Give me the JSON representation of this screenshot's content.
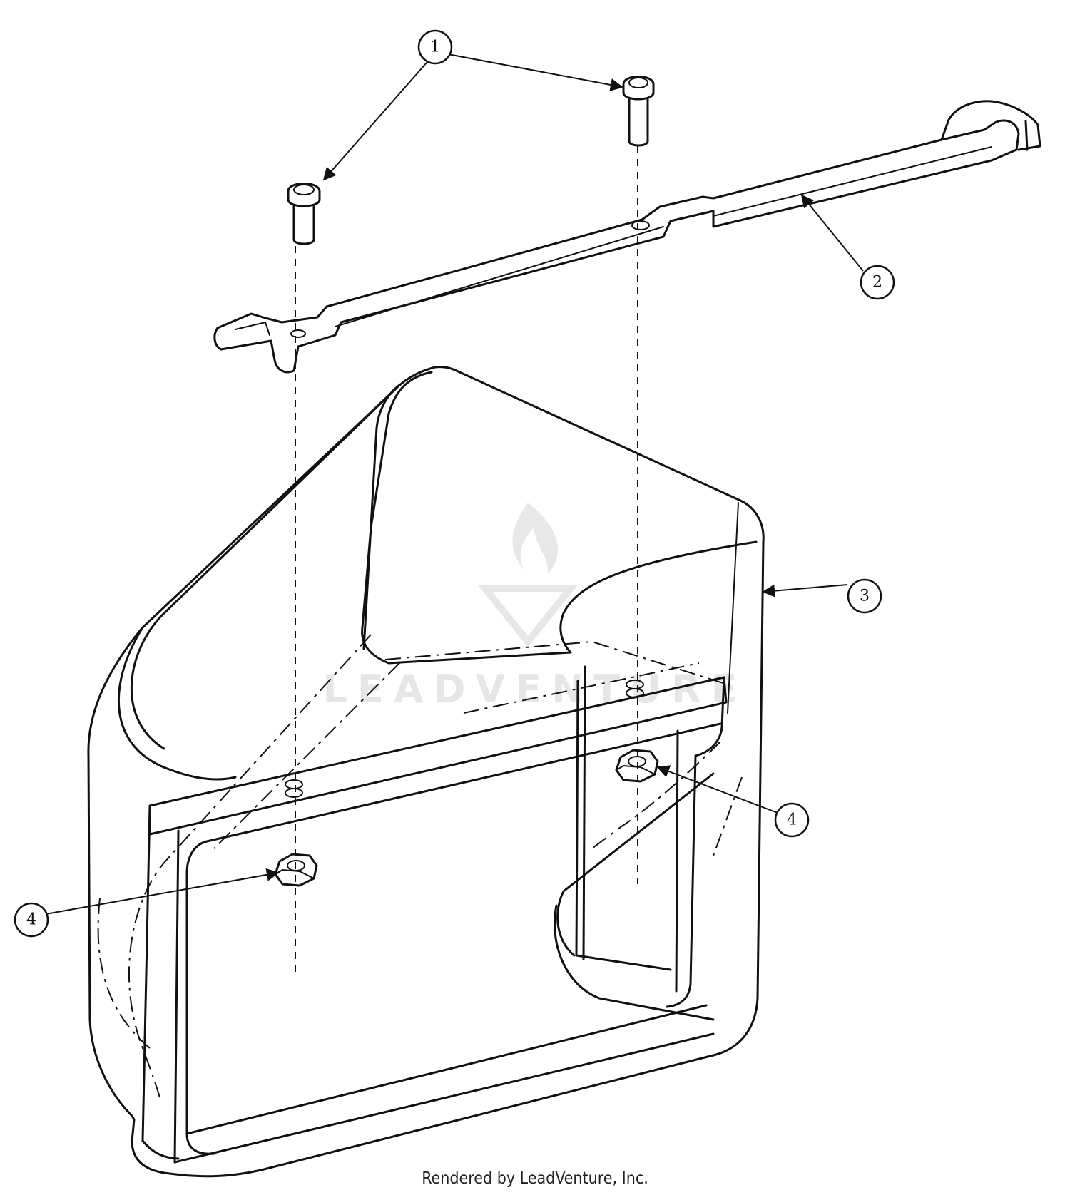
{
  "callouts": [
    {
      "id": "1",
      "label": "1"
    },
    {
      "id": "2",
      "label": "2"
    },
    {
      "id": "3",
      "label": "3"
    },
    {
      "id": "4a",
      "label": "4"
    },
    {
      "id": "4b",
      "label": "4"
    }
  ],
  "watermark": {
    "brand": "LEADVENTURE",
    "icon": "flame-logo-icon"
  },
  "footer": {
    "text": "Rendered by LeadVenture, Inc."
  },
  "colors": {
    "ink": "#111111",
    "background": "#ffffff",
    "watermark": "#c8c8c8"
  }
}
